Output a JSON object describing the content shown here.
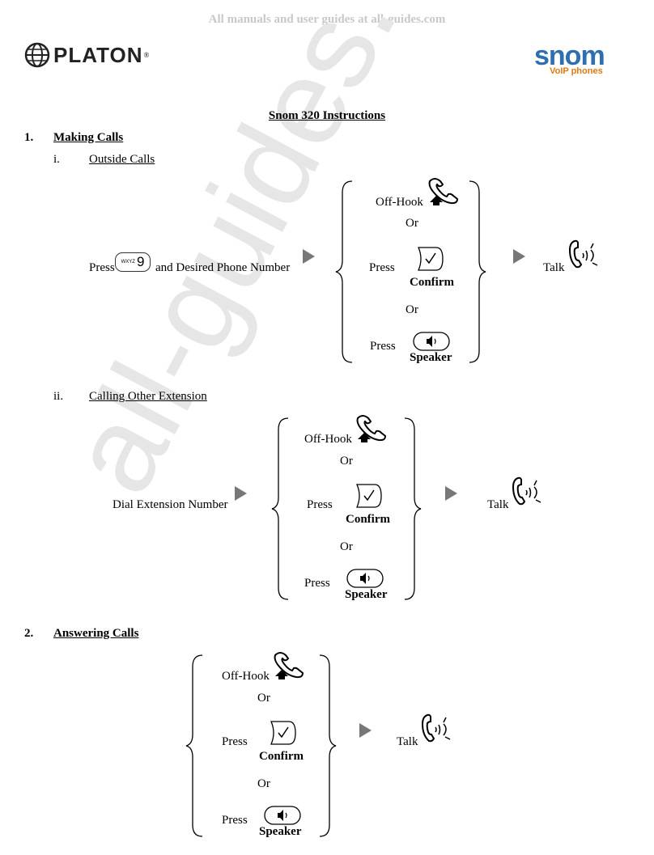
{
  "header": {
    "text": "All manuals and user guides at all-guides.com"
  },
  "watermark": {
    "text": "all-guides.com"
  },
  "logos": {
    "left": "PLATON",
    "left_reg": "®",
    "right": "snom",
    "right_sub": "VoIP phones"
  },
  "title": "Snom 320 Instructions",
  "sections": {
    "s1": {
      "num": "1.",
      "title": "Making Calls",
      "sub_i": {
        "num": "i.",
        "title": "Outside Calls",
        "press_label": "Press",
        "key_letters": "WXYZ",
        "key_digit": "9",
        "after_key": "and Desired Phone Number",
        "offhook": "Off-Hook",
        "or1": "Or",
        "press2": "Press",
        "confirm": "Confirm",
        "or2": "Or",
        "press3": "Press",
        "speaker": "Speaker",
        "talk": "Talk"
      },
      "sub_ii": {
        "num": "ii.",
        "title": "Calling Other Extension",
        "dial": "Dial Extension Number",
        "offhook": "Off-Hook",
        "or1": "Or",
        "press2": "Press",
        "confirm": "Confirm",
        "or2": "Or",
        "press3": "Press",
        "speaker": "Speaker",
        "talk": "Talk"
      }
    },
    "s2": {
      "num": "2.",
      "title": "Answering Calls",
      "offhook": "Off-Hook",
      "or1": "Or",
      "press2": "Press",
      "confirm": "Confirm",
      "or2": "Or",
      "press3": "Press",
      "speaker": "Speaker",
      "talk": "Talk"
    }
  },
  "icons": {
    "offhook": "offhook-handset-icon",
    "confirm": "confirm-check-icon",
    "speaker": "speaker-icon",
    "talk": "talk-handset-icon",
    "arrow": "arrow-right-icon"
  },
  "colors": {
    "snom_blue": "#2f6fb0",
    "snom_orange": "#e07a10",
    "header_gray": "#c8c8c8"
  }
}
